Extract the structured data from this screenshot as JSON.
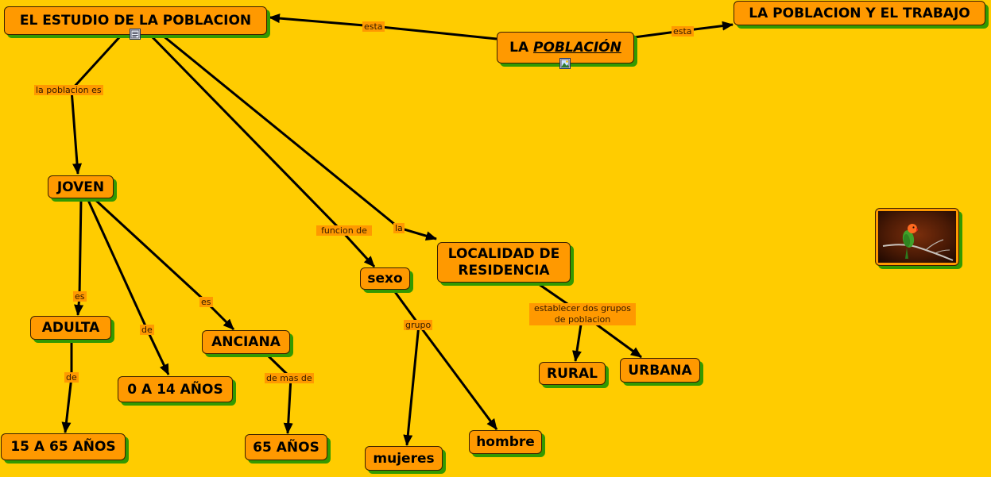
{
  "colors": {
    "background": "#FFCC00",
    "node_fill": "#FF9900",
    "node_shadow": "#339900",
    "line": "#000000",
    "label_text": "#331a00"
  },
  "nodes": {
    "estudio": "EL ESTUDIO DE LA POBLACION",
    "poblacion": {
      "prefix": "LA",
      "emphasis": "POBLACIÓN"
    },
    "trabajo": "LA POBLACION Y EL TRABAJO",
    "joven": "JOVEN",
    "adulta": "ADULTA",
    "cero_14": "0 A 14 AÑOS",
    "anciana": "ANCIANA",
    "quince_65": "15 A 65 AÑOS",
    "sesenta_5": "65 AÑOS",
    "sexo": "sexo",
    "localidad": "LOCALIDAD DE\nRESIDENCIA",
    "rural": "RURAL",
    "urbana": "URBANA",
    "mujeres": "mujeres",
    "hombre": "hombre"
  },
  "links": {
    "esta_left": "esta",
    "esta_right": "esta",
    "la_poblacion_es": "la poblacion es",
    "funcion_de": "funcion de",
    "la": "la",
    "es_adulta": "es",
    "de_0_14": "de",
    "es_anciana": "es",
    "de_15_65": "de",
    "de_mas_de": "de mas de",
    "grupo": "grupo",
    "establecer": "establecer dos grupos\nde poblacion"
  },
  "resources": {
    "estudio_icon": "document-icon",
    "poblacion_icon": "image-icon"
  },
  "photo": {
    "icon": "parrot-photo"
  }
}
